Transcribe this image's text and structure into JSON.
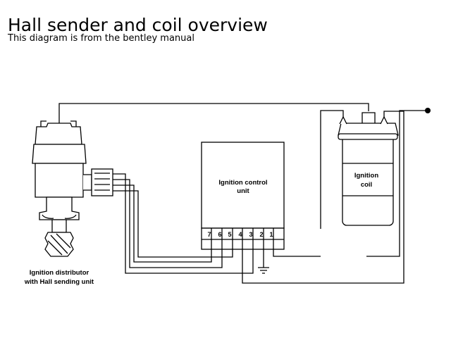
{
  "header": {
    "title": "Hall sender and coil overview",
    "subtitle": "This diagram is from the bentley manual"
  },
  "diagram": {
    "distributor_label": [
      "Ignition distributor",
      "with Hall sending unit"
    ],
    "control_unit_label": [
      "Ignition control",
      "unit"
    ],
    "coil_label": [
      "Ignition",
      "coil"
    ],
    "terminals": [
      "7",
      "6",
      "5",
      "4",
      "3",
      "2",
      "1"
    ]
  },
  "colors": {
    "line": "#000000",
    "background": "#ffffff"
  }
}
